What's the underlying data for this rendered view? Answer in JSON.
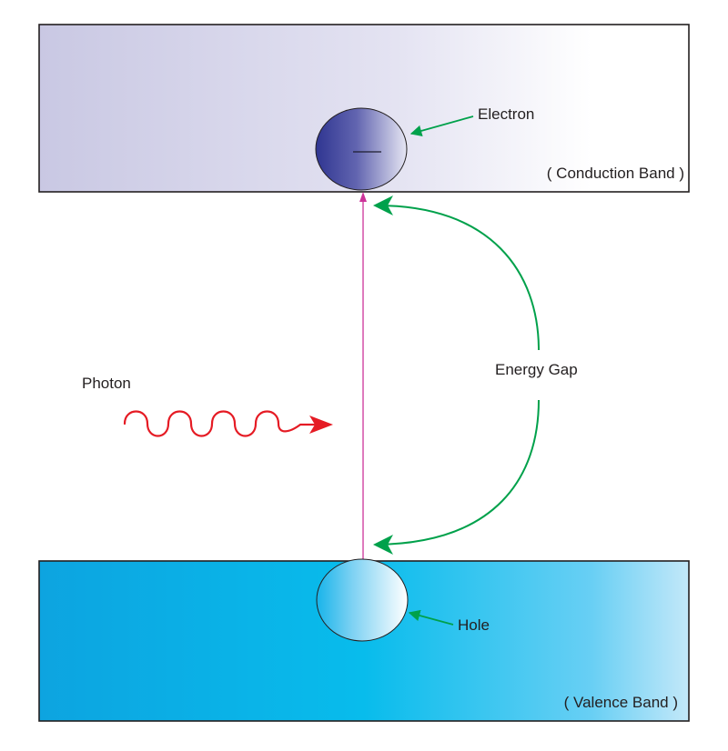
{
  "labels": {
    "electron": "Electron",
    "conduction_band": "( Conduction Band )",
    "energy_gap": "Energy Gap",
    "photon": "Photon",
    "hole": "Hole",
    "valence_band": "( Valence Band )"
  },
  "electron_sign": "—",
  "colors": {
    "conduction_band_fill_start": "#c9c8e3",
    "conduction_band_fill_end": "#ffffff",
    "valence_band_fill_start": "#10a8e2",
    "valence_band_fill_end": "#bfe6f8",
    "electron_fill": "#3a3f98",
    "hole_fill": "#e9f6fd",
    "pointer_arrows": "#00a14b",
    "photon_wave": "#e51b24",
    "transition_line": "#cc3399",
    "band_outline": "#231f20"
  }
}
